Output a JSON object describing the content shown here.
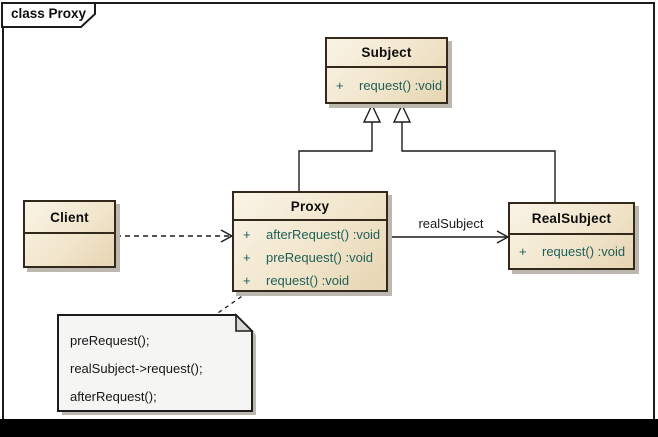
{
  "frame": {
    "tab_label": "class Proxy"
  },
  "classes": {
    "subject": {
      "name": "Subject",
      "methods": [
        {
          "visibility": "+",
          "signature": "request() :void"
        }
      ]
    },
    "client": {
      "name": "Client",
      "methods": []
    },
    "proxy": {
      "name": "Proxy",
      "methods": [
        {
          "visibility": "+",
          "signature": "afterRequest() :void"
        },
        {
          "visibility": "+",
          "signature": "preRequest() :void"
        },
        {
          "visibility": "+",
          "signature": "request() :void"
        }
      ]
    },
    "realsubject": {
      "name": "RealSubject",
      "methods": [
        {
          "visibility": "+",
          "signature": "request() :void"
        }
      ]
    }
  },
  "relationships": {
    "proxy_to_realsubject_label": "realSubject"
  },
  "note": {
    "lines": [
      "preRequest();",
      "realSubject->request();",
      "afterRequest();"
    ]
  },
  "colors": {
    "class_fill_start": "#faf4e6",
    "class_fill_end": "#e6d5b2",
    "class_border": "#33291a",
    "method_text": "#1f5f58",
    "note_fill": "#f5f5f3",
    "shadow": "#bcb8af",
    "line": "#1c1c1c",
    "bottom_bar": "#000000"
  }
}
